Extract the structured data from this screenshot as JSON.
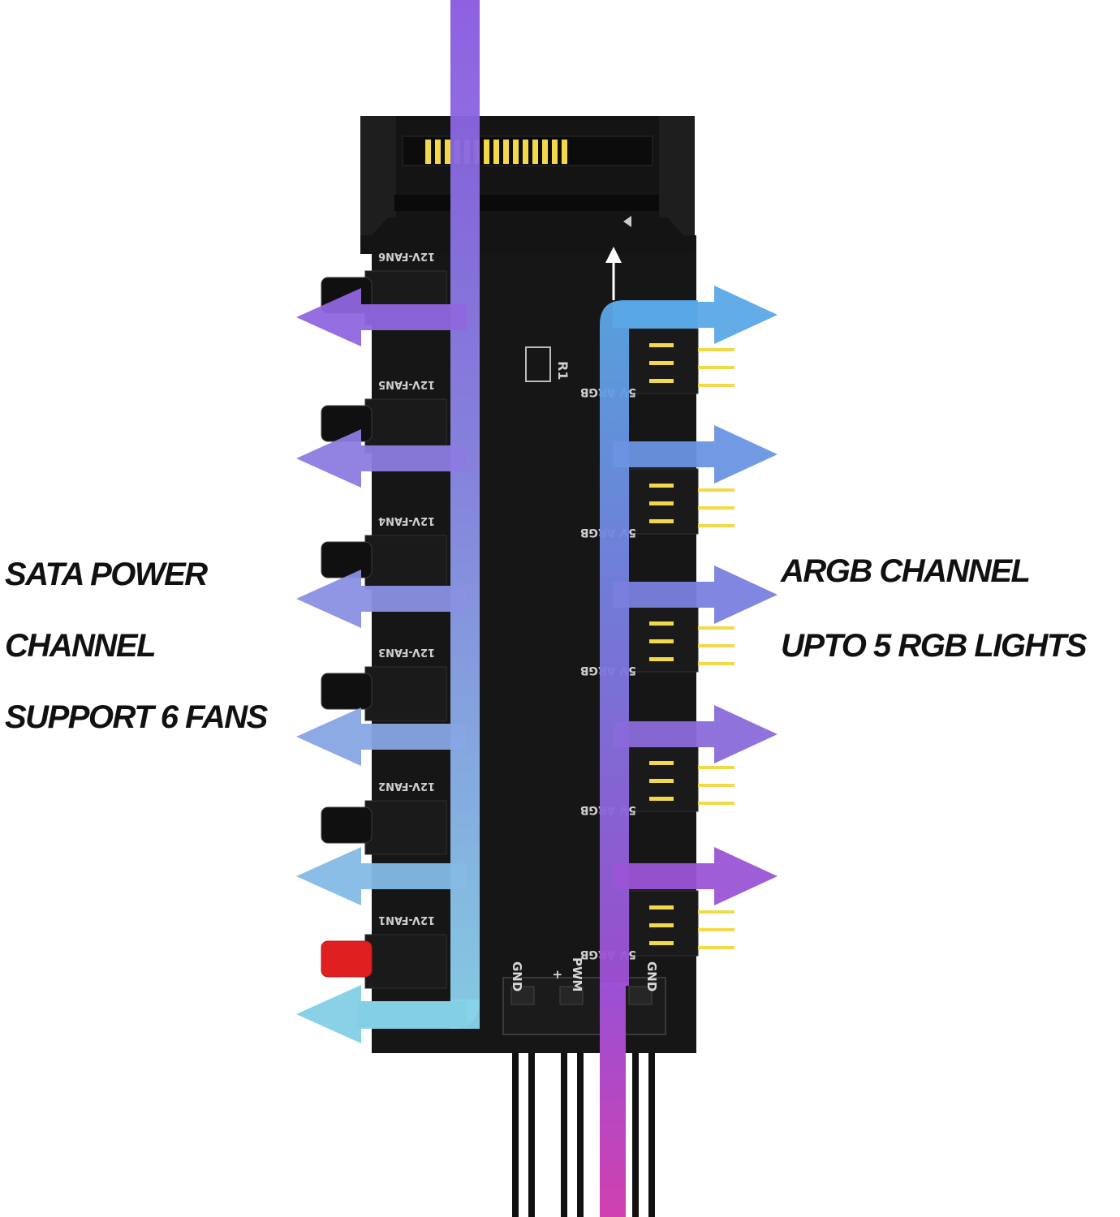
{
  "left_captions": [
    "SATA POWER",
    "CHANNEL",
    "SUPPORT 6 FANS"
  ],
  "right_captions": [
    "ARGB CHANNEL",
    "UPTO 5 RGB LIGHTS"
  ],
  "fan_headers": [
    "12V-FAN6",
    "12V-FAN5",
    "12V-FAN4",
    "12V-FAN3",
    "12V-FAN2",
    "12V-FAN1"
  ],
  "argb_headers": [
    "5V ARGB",
    "5V ARGB",
    "5V ARGB",
    "5V ARGB",
    "5V ARGB"
  ],
  "board_marking": "R1",
  "input_pins": [
    "GND",
    "+",
    "PWM",
    "GND"
  ],
  "colors": {
    "board": "#161616",
    "sata_flow": "#8a5ae0",
    "fan_arrow_top": "#8f66df",
    "fan_arrow_bottom": "#82cfe6",
    "argb_arrow_top": "#5aa8e6",
    "argb_arrow_bottom": "#9a55d6",
    "cable": "#c245b8",
    "contacts": "#f3d84a",
    "fan1_connector": "#e02020"
  }
}
